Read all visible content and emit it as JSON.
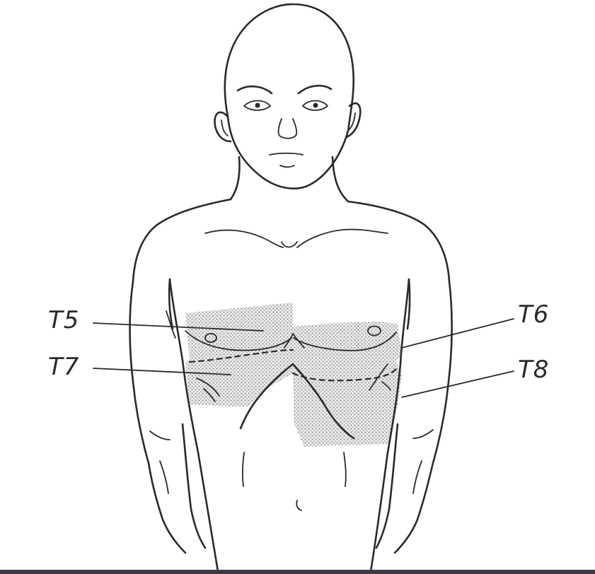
{
  "figure": {
    "segments": [
      {
        "id": "t5",
        "label": "T5"
      },
      {
        "id": "t6",
        "label": "T6"
      },
      {
        "id": "t7",
        "label": "T7"
      },
      {
        "id": "t8",
        "label": "T8"
      }
    ],
    "shading_color": "#9a9a9a",
    "ink_color": "#2a2a2a",
    "background_color": "#ffffff"
  }
}
